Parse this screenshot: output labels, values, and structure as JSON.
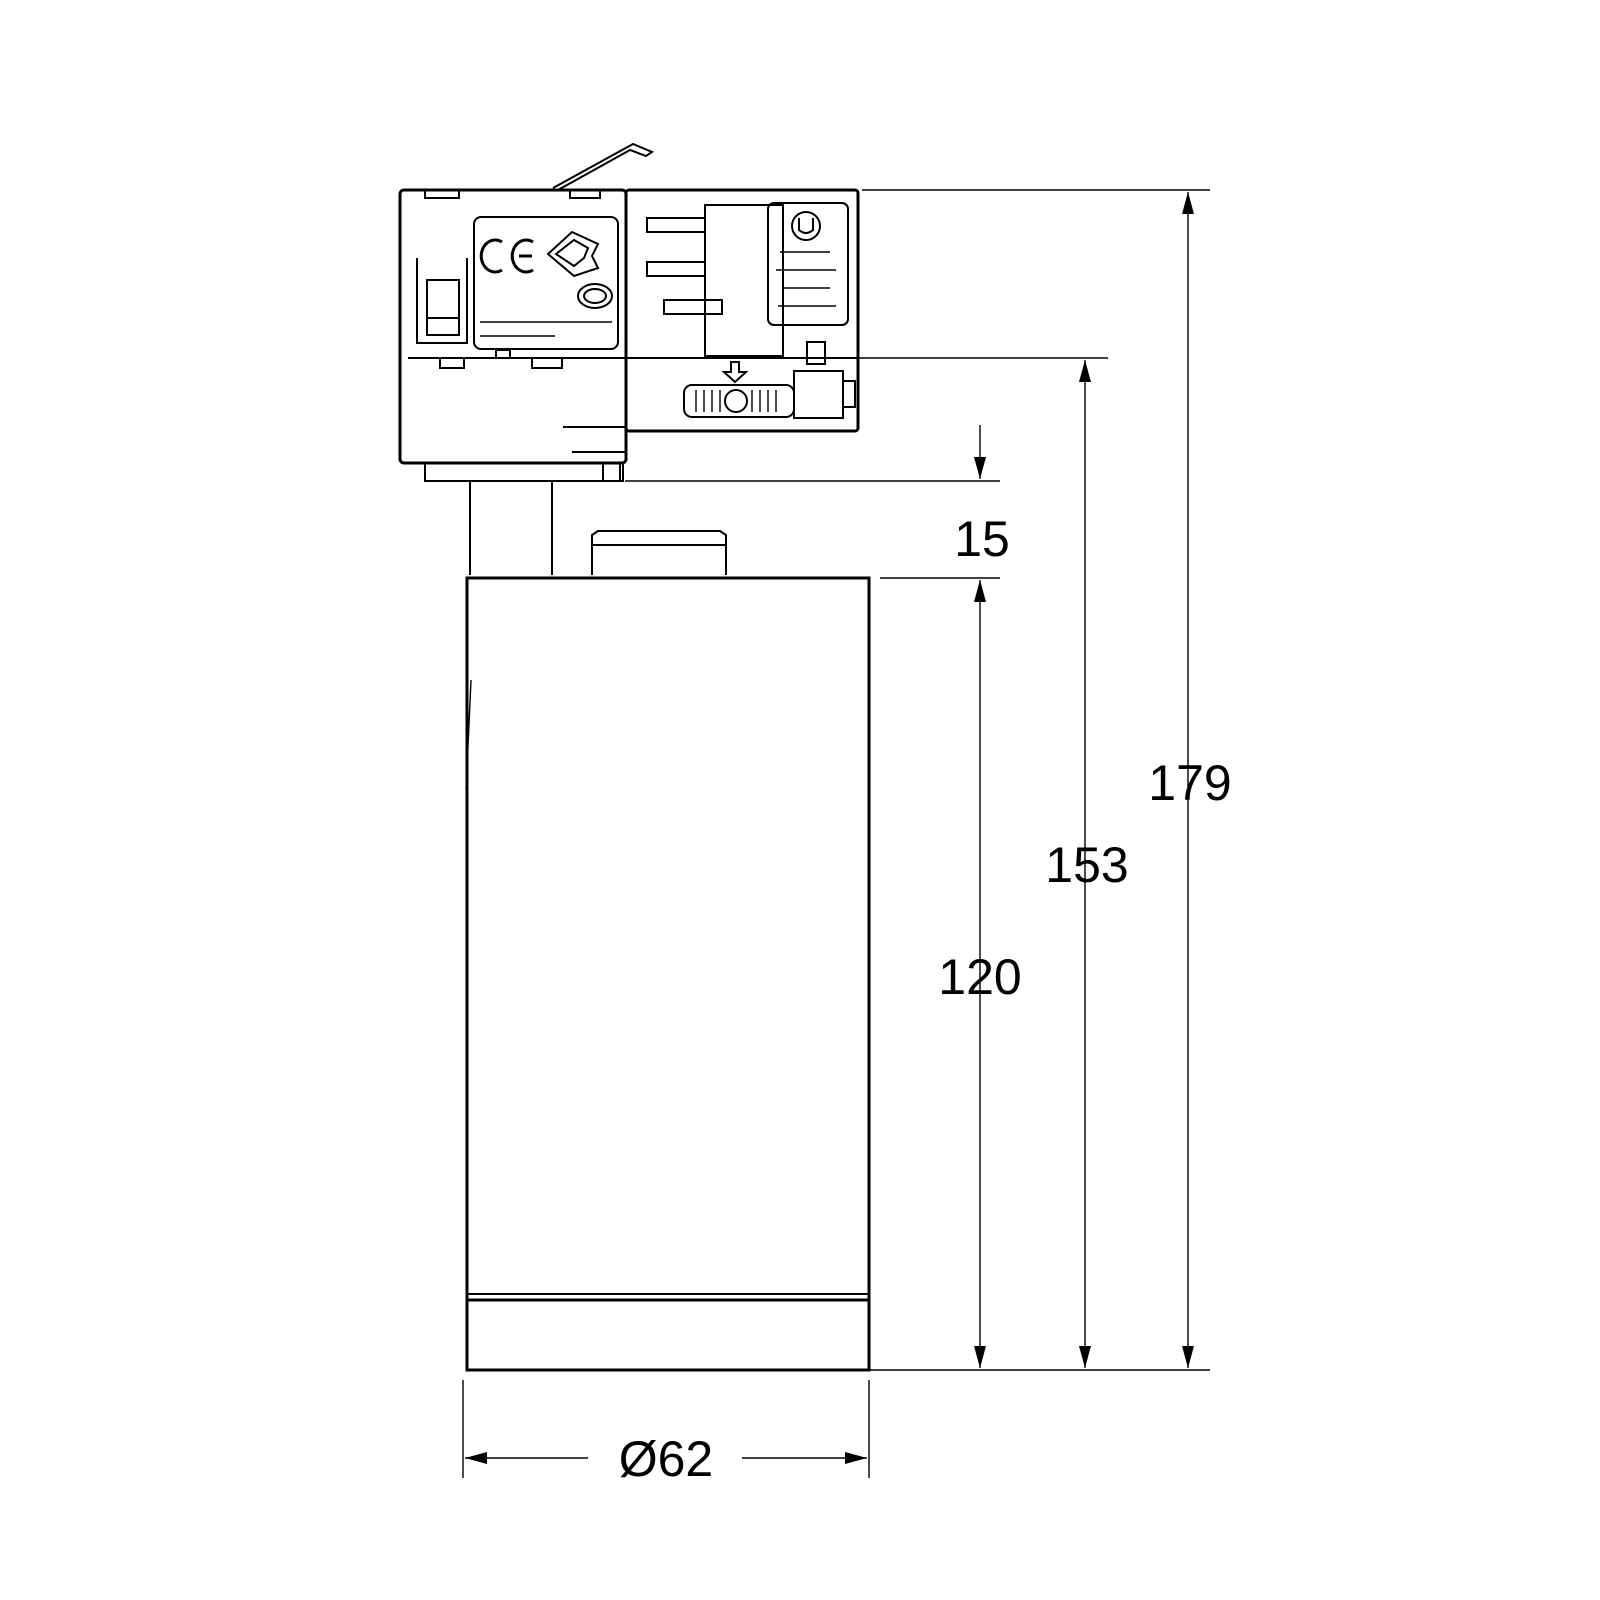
{
  "dimensions": {
    "total_height": "179",
    "head_height": "153",
    "body_height": "120",
    "gap": "15",
    "diameter": "Ø62"
  },
  "colors": {
    "line": "#000000",
    "background": "#ffffff"
  }
}
